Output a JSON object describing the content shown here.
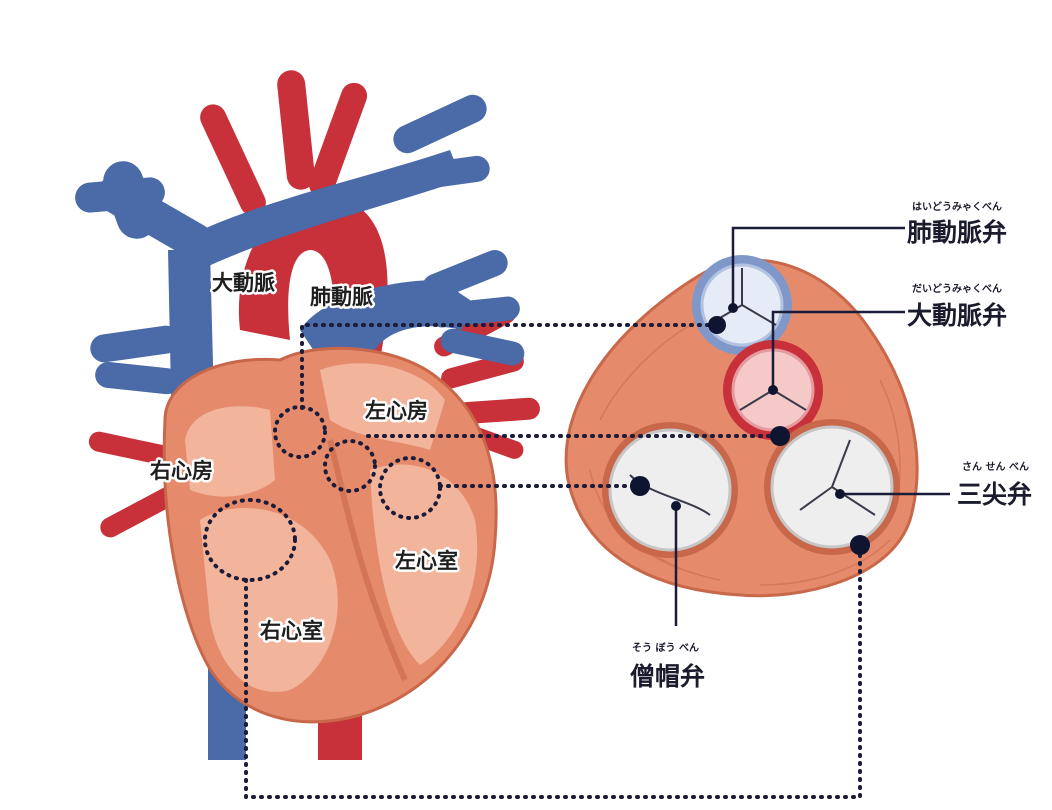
{
  "heart_labels": {
    "aorta": "大動脈",
    "pulmonary_artery": "肺動脈",
    "left_atrium": "左心房",
    "right_atrium": "右心房",
    "left_ventricle": "左心室",
    "right_ventricle": "右心室"
  },
  "valves": {
    "pulmonary": {
      "name": "肺動脈弁",
      "reading": "はいどうみゃくべん"
    },
    "aortic": {
      "name": "大動脈弁",
      "reading": "だいどうみゃくべん"
    },
    "tricuspid": {
      "name": "三尖弁",
      "reading": "さん せん べん"
    },
    "mitral": {
      "name": "僧帽弁",
      "reading": "そう ぼう べん"
    }
  },
  "colors": {
    "artery_red": "#c8303a",
    "vein_blue": "#4a6aa8",
    "muscle": "#e58b6c",
    "chamber": "#f2b49b",
    "valve_ring": "#c9674a",
    "leader_line": "#1b1b3a"
  }
}
